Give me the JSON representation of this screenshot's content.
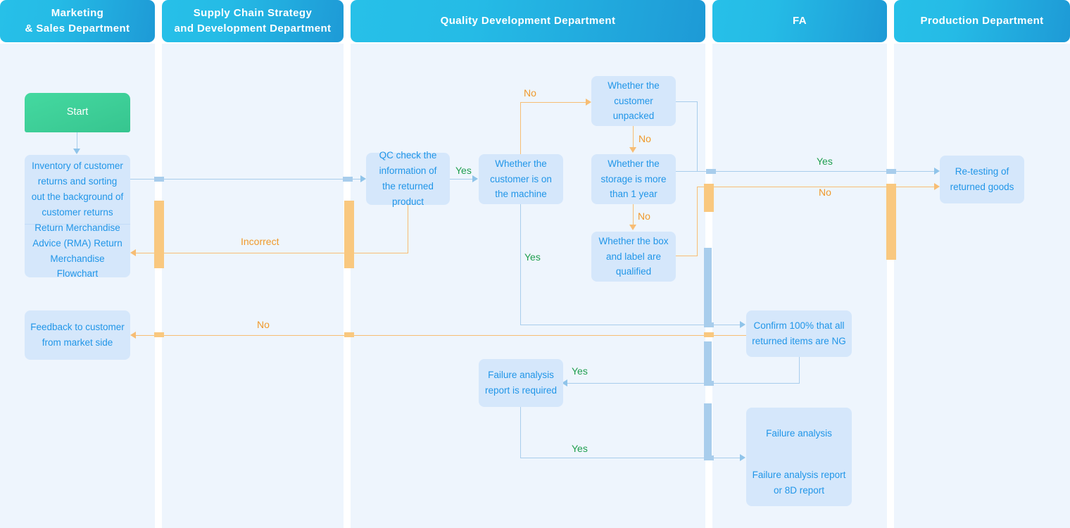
{
  "lanes": [
    {
      "title": "Marketing\n& Sales Department",
      "line1": "Marketing",
      "line2": "& Sales Department"
    },
    {
      "title": "Supply Chain Strategy and Development Department",
      "line1": "Supply Chain Strategy",
      "line2": "and Development Department"
    },
    {
      "title": "Quality Development Department",
      "line1": "Quality Development Department",
      "line2": ""
    },
    {
      "title": "FA",
      "line1": "FA",
      "line2": ""
    },
    {
      "title": "Production Department",
      "line1": "Production Department",
      "line2": ""
    }
  ],
  "nodes": {
    "start": "Start",
    "inventory": "Inventory of customer returns and sorting out the background of customer returns",
    "rma": "Return Merchandise Advice (RMA) Return Merchandise Flowchart",
    "feedback": "Feedback to customer from market side",
    "qc_check": "QC check the information of the returned product",
    "on_machine": "Whether the customer is on the machine",
    "unpacked": "Whether the customer unpacked",
    "storage": "Whether the storage is more than 1 year",
    "box_label": "Whether the box and label are qualified",
    "retesting": "Re-testing of returned goods",
    "confirm_ng": "Confirm 100% that all returned items are NG",
    "fa_report_required": "Failure analysis report is required",
    "failure_analysis": "Failure analysis",
    "fa_report_8d": "Failure analysis report or 8D report"
  },
  "labels": {
    "yes_qc_to_machine": "Yes",
    "no_machine_to_unpacked": "No",
    "no_unpacked_to_storage": "No",
    "no_storage_to_box": "No",
    "yes_to_retesting": "Yes",
    "no_to_retesting": "No",
    "yes_machine_to_confirm": "Yes",
    "no_to_feedback": "No",
    "incorrect": "Incorrect",
    "yes_confirm_to_fareport": "Yes",
    "yes_fareport_to_analysis": "Yes"
  },
  "colors": {
    "lane_header_from": "#27c0e8",
    "lane_header_to": "#1e9ad6",
    "lane_bg": "#eef5fd",
    "node_bg": "#d5e7fb",
    "node_text": "#2196e8",
    "start_bg": "#3ecf98",
    "line_blue": "#a8cdec",
    "line_orange": "#f7bd74",
    "yes_text": "#1f9e4e",
    "no_text": "#f0992b"
  }
}
